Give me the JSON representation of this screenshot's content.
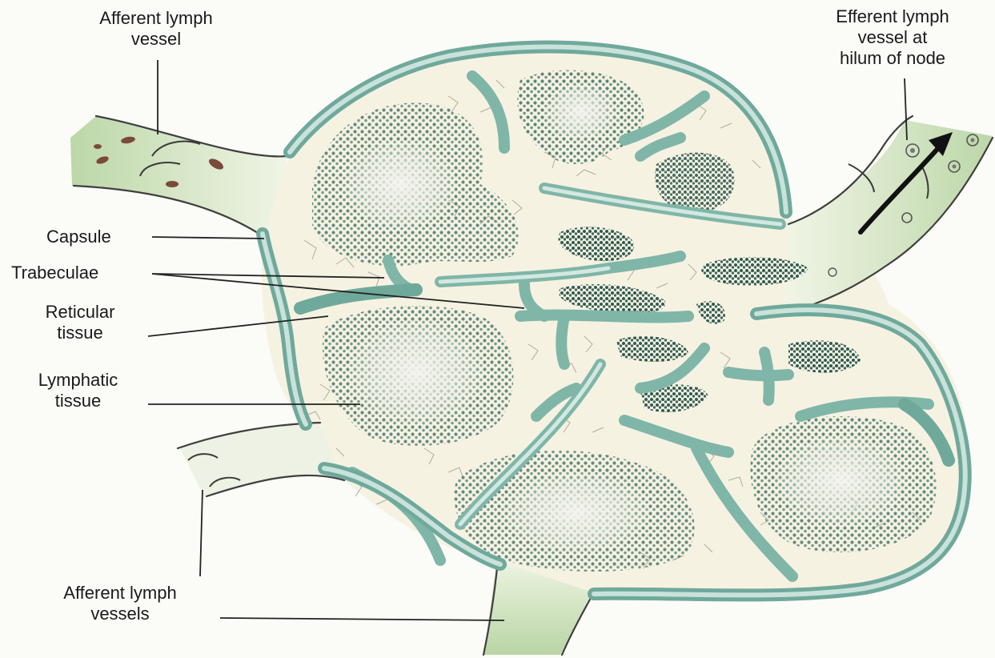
{
  "labels": {
    "afferent_top": [
      "Afferent lymph",
      "vessel"
    ],
    "efferent": [
      "Efferent lymph",
      "vessel at",
      "hilum of node"
    ],
    "capsule": "Capsule",
    "trabeculae": "Trabeculae",
    "reticular": [
      "Reticular",
      "tissue"
    ],
    "lymphatic": [
      "Lymphatic",
      "tissue"
    ],
    "afferent_bottom": [
      "Afferent lymph",
      "vessels"
    ]
  },
  "colors": {
    "capsule": "#6fa99c",
    "trabeculae": "#7fb6a8",
    "interior": "#f6f2e2",
    "lymphatic_tissue": "#4f7d72",
    "vessel_fill": "#e4eed3",
    "arrow": "#111111"
  }
}
